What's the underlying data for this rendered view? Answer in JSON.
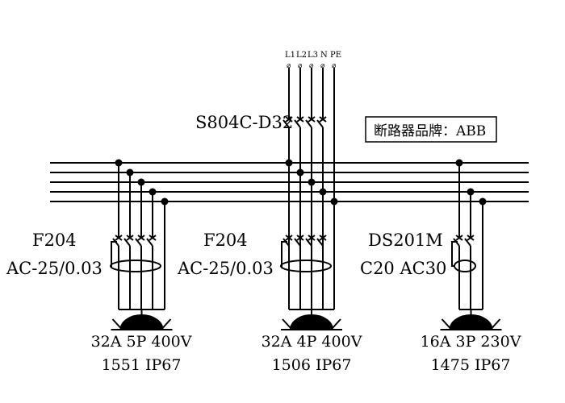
{
  "incoming": {
    "phase_labels": [
      "L1",
      "L2",
      "L3",
      "N",
      "PE"
    ],
    "main_breaker": "S804C-D32"
  },
  "brand_box": "断路器品牌：ABB",
  "branches": [
    {
      "device": "F204",
      "rating": "AC-25/0.03",
      "socket_line1": "32A  5P  400V",
      "socket_line2": "1551  IP67"
    },
    {
      "device": "F204",
      "rating": "AC-25/0.03",
      "socket_line1": "32A  4P  400V",
      "socket_line2": "1506  IP67"
    },
    {
      "device": "DS201M",
      "rating": "C20  AC30",
      "socket_line1": "16A  3P  230V",
      "socket_line2": "1475  IP67"
    }
  ],
  "colors": {
    "line": "#000000",
    "background": "#ffffff"
  }
}
